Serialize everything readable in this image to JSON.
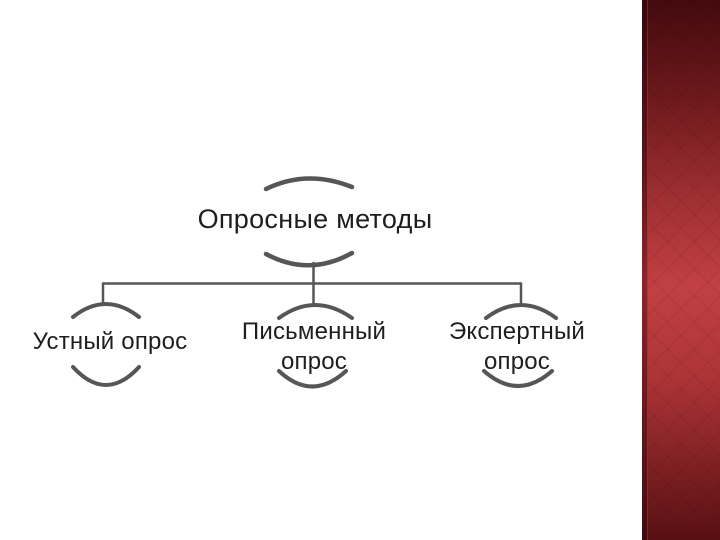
{
  "slide": {
    "background_color": "#ffffff",
    "stroke_color": "#565656",
    "text_color": "#1e1e1e",
    "accent_band": {
      "top_color": "#430a0e",
      "middle_color": "#c24043",
      "bottom_color": "#581013"
    }
  },
  "diagram": {
    "type": "tree",
    "root": {
      "label": "Опросные методы"
    },
    "children": [
      {
        "label": "Устный опрос"
      },
      {
        "label": "Письменный опрос"
      },
      {
        "label": "Экспертный опрос"
      }
    ]
  }
}
